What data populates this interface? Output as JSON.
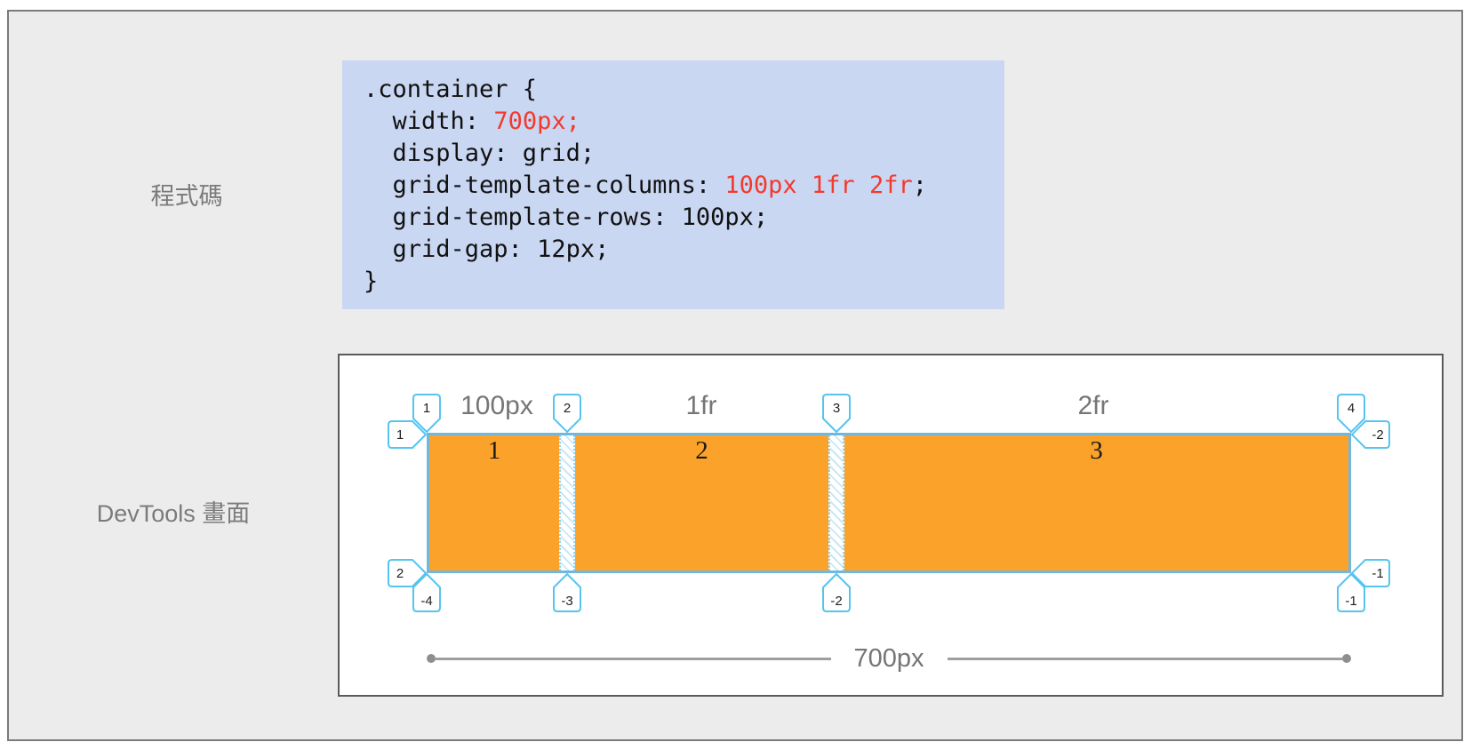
{
  "labels": {
    "code_section": "程式碼",
    "devtools_section": "DevTools 畫面"
  },
  "code": {
    "lines": [
      {
        "pre": ".container {",
        "red": "",
        "post": ""
      },
      {
        "pre": "  width: ",
        "red": "700px;",
        "post": ""
      },
      {
        "pre": "  display: grid;",
        "red": "",
        "post": ""
      },
      {
        "pre": "  grid-template-columns: ",
        "red": "100px 1fr 2fr",
        "post": ";"
      },
      {
        "pre": "  grid-template-rows: 100px;",
        "red": "",
        "post": ""
      },
      {
        "pre": "  grid-gap: 12px;",
        "red": "",
        "post": ""
      },
      {
        "pre": "}",
        "red": "",
        "post": ""
      }
    ]
  },
  "devtools": {
    "track_labels": [
      "100px",
      "1fr",
      "2fr"
    ],
    "cells": [
      "1",
      "2",
      "3"
    ],
    "column_lines_top": [
      "1",
      "2",
      "3",
      "4"
    ],
    "column_lines_bottom": [
      "-4",
      "-3",
      "-2",
      "-1"
    ],
    "row_lines_left": [
      "1",
      "2"
    ],
    "row_lines_right": [
      "-2",
      "-1"
    ],
    "ruler_label": "700px"
  },
  "colors": {
    "frame_background": "#ececec",
    "code_background": "#cad7f2",
    "code_highlight_red": "#f4392c",
    "grid_cell_orange": "#fba22a",
    "grid_line_blue": "#72b8dc",
    "badge_border_blue": "#55c4f0",
    "label_gray": "#757575"
  }
}
